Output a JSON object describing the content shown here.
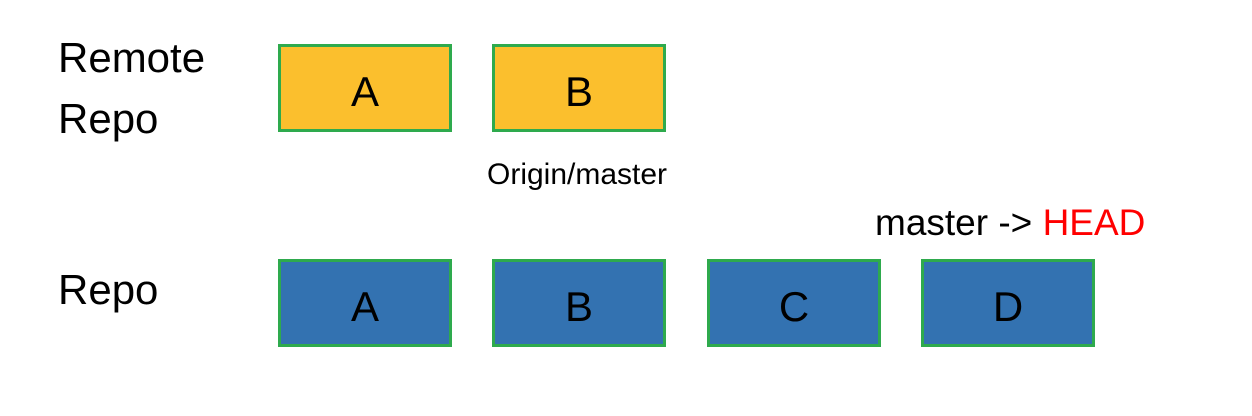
{
  "colors": {
    "remote_commit_fill": "#fbbf2d",
    "local_commit_fill": "#3372b1",
    "commit_border": "#2eaa4d",
    "head_text": "#ff0000"
  },
  "remote": {
    "label_line1": "Remote",
    "label_line2": "Repo",
    "commits": [
      "A",
      "B"
    ]
  },
  "local": {
    "label": "Repo",
    "commits": [
      "A",
      "B",
      "C",
      "D"
    ]
  },
  "pointers": {
    "origin_master": "Origin/master",
    "master_prefix": "master -> ",
    "head": "HEAD"
  }
}
